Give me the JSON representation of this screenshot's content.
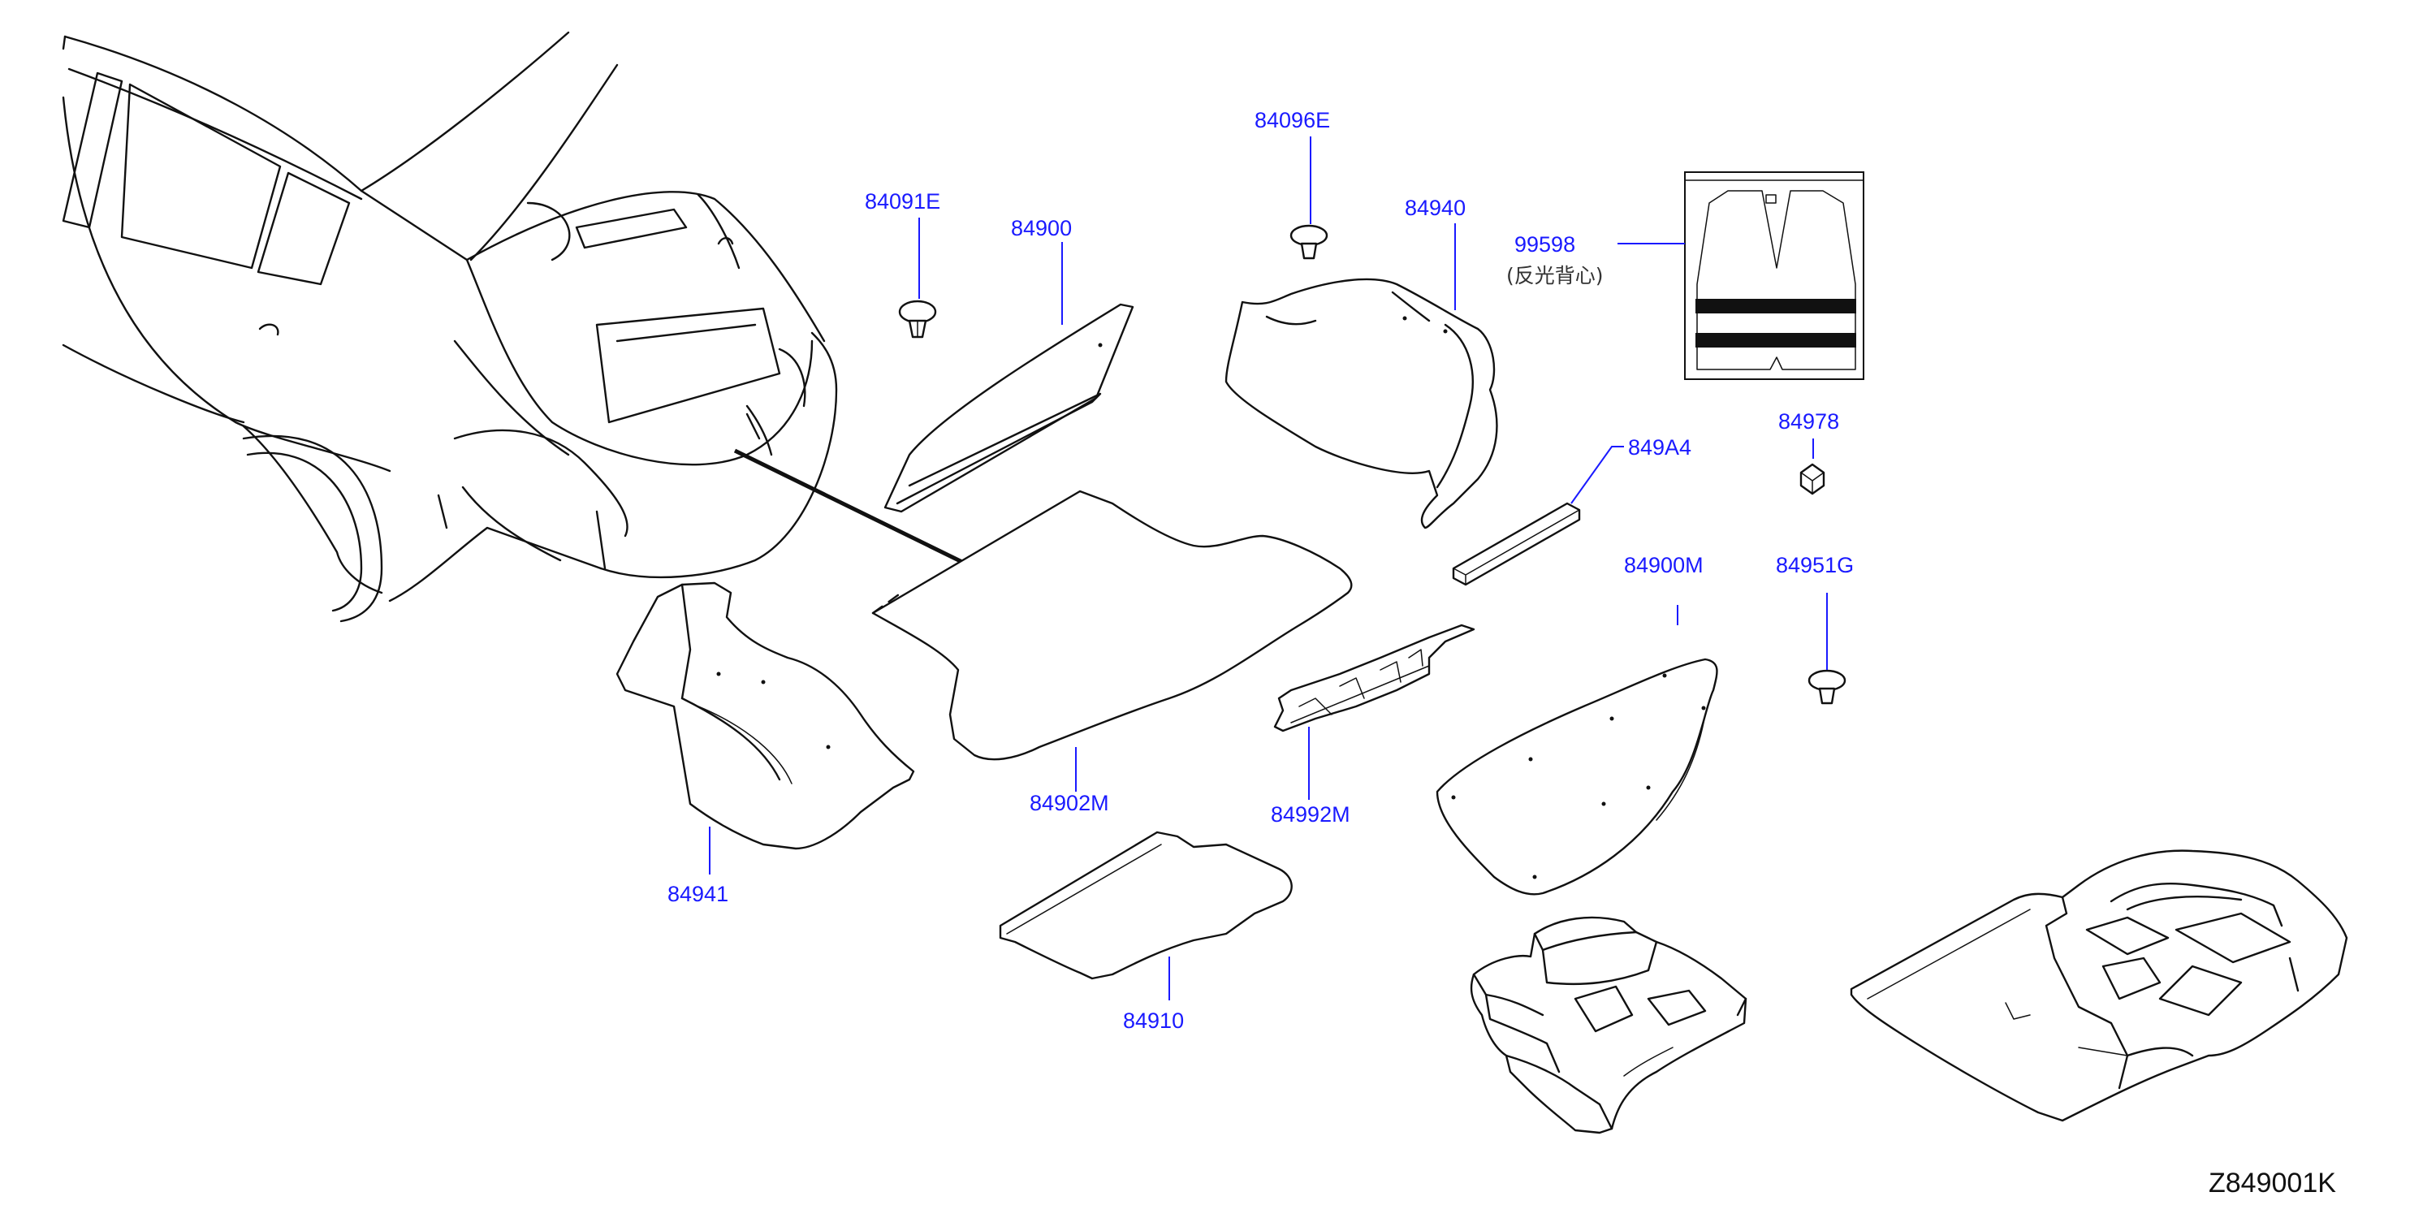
{
  "diagram_code": "Z849001K",
  "colors": {
    "label": "#1a1aff",
    "line": "#111111",
    "background": "#ffffff"
  },
  "parts": {
    "p84091E": "84091E",
    "p84900": "84900",
    "p84096E": "84096E",
    "p84940": "84940",
    "p99598": "99598",
    "p99598_note": "(反光背心)",
    "p84978": "84978",
    "p849A4": "849A4",
    "p84900M": "84900M",
    "p84951G": "84951G",
    "p84902M": "84902M",
    "p84992M": "84992M",
    "p84941": "84941",
    "p84910": "84910"
  }
}
